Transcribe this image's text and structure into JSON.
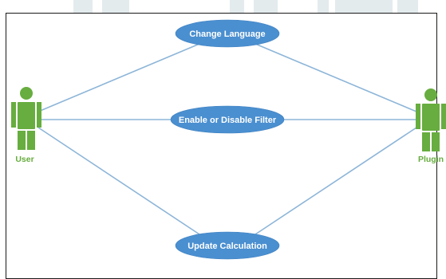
{
  "diagram": {
    "actors": [
      {
        "id": "user",
        "label": "User"
      },
      {
        "id": "plugin",
        "label": "Plugin"
      }
    ],
    "use_cases": [
      {
        "id": "change-language",
        "label": "Change Language"
      },
      {
        "id": "toggle-filter",
        "label": "Enable or Disable Filter"
      },
      {
        "id": "update-calculation",
        "label": "Update Calculation"
      }
    ],
    "associations": [
      {
        "from": "user",
        "to": "change-language"
      },
      {
        "from": "user",
        "to": "toggle-filter"
      },
      {
        "from": "user",
        "to": "update-calculation"
      },
      {
        "from": "plugin",
        "to": "change-language"
      },
      {
        "from": "plugin",
        "to": "toggle-filter"
      },
      {
        "from": "plugin",
        "to": "update-calculation"
      }
    ]
  },
  "colors": {
    "use_case_fill": "#4a8fd0",
    "actor": "#67ad3f",
    "connector": "#8db5d8",
    "frame_border": "#1a1a1a",
    "header_stripe": "#e3ebed"
  }
}
